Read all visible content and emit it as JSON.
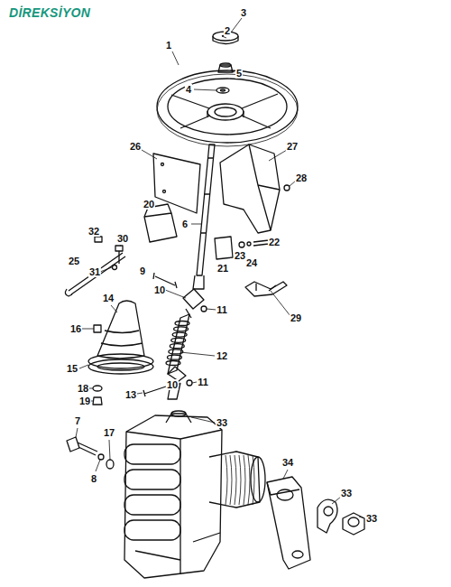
{
  "diagram": {
    "title": "DİREKSİYON",
    "labels": [
      "3",
      "2",
      "1",
      "5",
      "4",
      "26",
      "27",
      "28",
      "6",
      "20",
      "32",
      "30",
      "25",
      "31",
      "9",
      "10",
      "11",
      "21",
      "23",
      "24",
      "22",
      "29",
      "14",
      "16",
      "12",
      "15",
      "18",
      "19",
      "11",
      "13",
      "10",
      "7",
      "17",
      "33",
      "8",
      "34",
      "33",
      "33"
    ]
  }
}
